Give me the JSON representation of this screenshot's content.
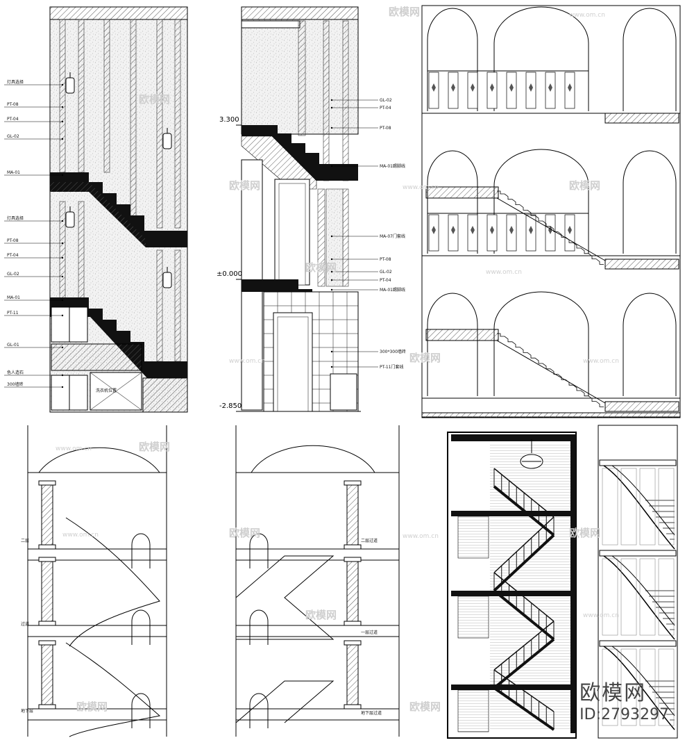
{
  "panel_a": {
    "labels_left": [
      "灯具选择",
      "PT-08",
      "PT-04",
      "GL-02",
      "MA-01",
      "灯具选择",
      "PT-08",
      "PT-04",
      "GL-02",
      "MA-01",
      "PT-11",
      "GL-01",
      "色人造石",
      "300墙砖"
    ],
    "sign": "洗衣机位置"
  },
  "panel_b": {
    "levels": [
      "3.300",
      "±0.000",
      "-2.850"
    ],
    "labels_right": [
      "GL-02",
      "PT-04",
      "PT-08",
      "MA-01踢脚线",
      "MA-07门套线",
      "PT-08",
      "GL-02",
      "PT-04",
      "MA-01踢脚线",
      "300*300墙砖",
      "PT-11门套线"
    ]
  },
  "panel_e": {
    "labels_left": [
      "二层",
      "过道",
      "地下层"
    ]
  },
  "panel_f": {
    "labels_right": [
      "二层过道",
      "一层过道",
      "地下层过道"
    ]
  },
  "watermark": {
    "brand": "欧模网",
    "url": "www.om.cn"
  },
  "brand": {
    "name": "欧模网",
    "id": "ID:2793297"
  }
}
